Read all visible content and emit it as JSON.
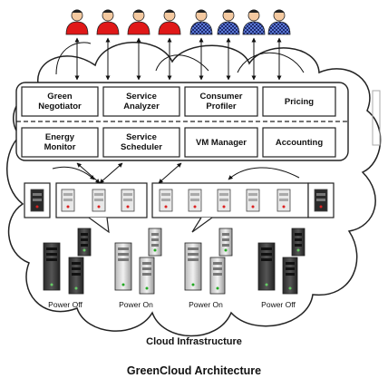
{
  "users": {
    "consumer_icons": [
      "person-red-icon",
      "person-red-icon",
      "person-red-icon",
      "person-red-icon"
    ],
    "provider_icons": [
      "person-blue-checked-icon",
      "person-blue-checked-icon",
      "person-blue-checked-icon",
      "person-blue-checked-icon"
    ]
  },
  "modules_top": [
    {
      "label": "Green\nNegotiator"
    },
    {
      "label": "Service\nAnalyzer"
    },
    {
      "label": "Consumer\nProfiler"
    },
    {
      "label": "Pricing"
    }
  ],
  "modules_bottom": [
    {
      "label": "Energy\nMonitor"
    },
    {
      "label": "Service\nScheduler"
    },
    {
      "label": "VM Manager"
    },
    {
      "label": "Accounting"
    }
  ],
  "power_states": [
    "Power Off",
    "Power On",
    "Power On",
    "Power Off"
  ],
  "infrastructure_label": "Cloud Infrastructure",
  "caption": "GreenCloud Architecture",
  "colors": {
    "user_red": "#e01818",
    "user_blue": "#3a4fa8",
    "line": "#111111"
  }
}
